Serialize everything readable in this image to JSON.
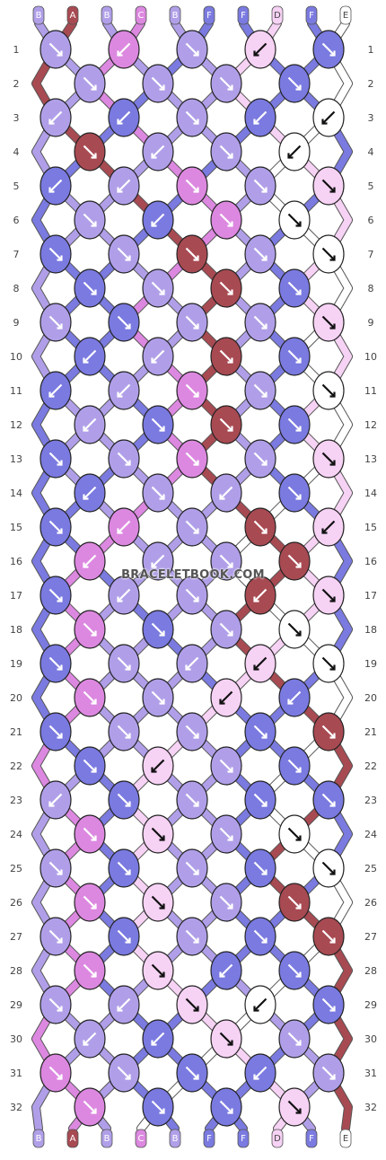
{
  "strings": [
    "B",
    "A",
    "B",
    "C",
    "B",
    "F",
    "F",
    "D",
    "F",
    "E"
  ],
  "colors": {
    "A": "#a84a52",
    "B": "#b09fe8",
    "C": "#dc88e0",
    "D": "#f6d2f4",
    "E": "#ffffff",
    "F": "#7a7ae0"
  },
  "rows": [
    [
      "fl",
      "br",
      "fl",
      "br",
      "fb"
    ],
    [
      "fb",
      "fl",
      "fb",
      "fl"
    ],
    [
      "br",
      "br",
      "fl",
      "br",
      "br"
    ],
    [
      "fl",
      "br",
      "fl",
      "br"
    ],
    [
      "br",
      "br",
      "fl",
      "fb",
      "fl"
    ],
    [
      "fb",
      "br",
      "fb",
      "fl"
    ],
    [
      "fl",
      "fl",
      "fl",
      "fb",
      "fl"
    ],
    [
      "fl",
      "fl",
      "fb",
      "fb"
    ],
    [
      "fb",
      "fb",
      "fb",
      "fb",
      "fl"
    ],
    [
      "br",
      "br",
      "fb",
      "fb"
    ],
    [
      "br",
      "br",
      "fb",
      "fb",
      "fl"
    ],
    [
      "br",
      "fb",
      "fb",
      "fb"
    ],
    [
      "fb",
      "fl",
      "fb",
      "fb",
      "fl"
    ],
    [
      "br",
      "fl",
      "br",
      "fl"
    ],
    [
      "fl",
      "br",
      "fb",
      "fl",
      "br"
    ],
    [
      "br",
      "br",
      "fb",
      "fb"
    ],
    [
      "fb",
      "br",
      "fl",
      "br",
      "fb"
    ],
    [
      "fb",
      "fl",
      "fb",
      "fl"
    ],
    [
      "fb",
      "fl",
      "br",
      "br",
      "fl"
    ],
    [
      "fb",
      "fl",
      "br",
      "br"
    ],
    [
      "fl",
      "fl",
      "fl",
      "fb",
      "fl"
    ],
    [
      "fl",
      "br",
      "fb",
      "fl"
    ],
    [
      "br",
      "fb",
      "fb",
      "fb",
      "fl"
    ],
    [
      "fb",
      "fb",
      "fb",
      "fl"
    ],
    [
      "fb",
      "fb",
      "fb",
      "fb",
      "fl"
    ],
    [
      "fb",
      "fb",
      "fb",
      "fl"
    ],
    [
      "fb",
      "fb",
      "fb",
      "fb",
      "fl"
    ],
    [
      "fb",
      "fl",
      "br",
      "fl"
    ],
    [
      "fl",
      "br",
      "fl",
      "br",
      "fb"
    ],
    [
      "br",
      "br",
      "fl",
      "fl"
    ],
    [
      "fl",
      "fb",
      "fl",
      "br",
      "fb"
    ],
    [
      "fb",
      "fl",
      "fl",
      "fb"
    ]
  ],
  "watermark": "BRACELETBOOK.COM"
}
